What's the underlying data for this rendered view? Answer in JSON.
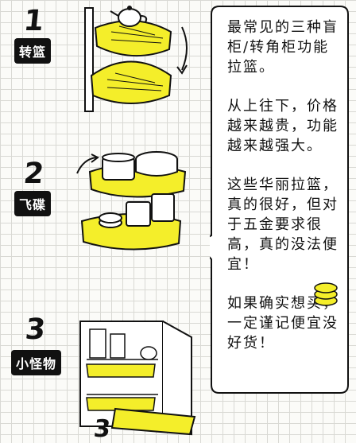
{
  "sections": [
    {
      "number": "1",
      "label": "转篮"
    },
    {
      "number": "2",
      "label": "飞碟"
    },
    {
      "number": "3",
      "label": "小怪物"
    }
  ],
  "bubble": {
    "paragraph1": "最常见的三种盲柜/转角柜功能拉篮。",
    "paragraph2": "从上往下，价格越来越贵，功能越来越强大。",
    "paragraph3": "这些华丽拉篮，真的很好，但对于五金要求很高，真的没法便宜！",
    "paragraph4": "如果确实想买，一定谨记便宜没好货！"
  },
  "colors": {
    "accent": "#f4ee2a",
    "ink": "#111111",
    "grid": "#d9d9d4"
  }
}
